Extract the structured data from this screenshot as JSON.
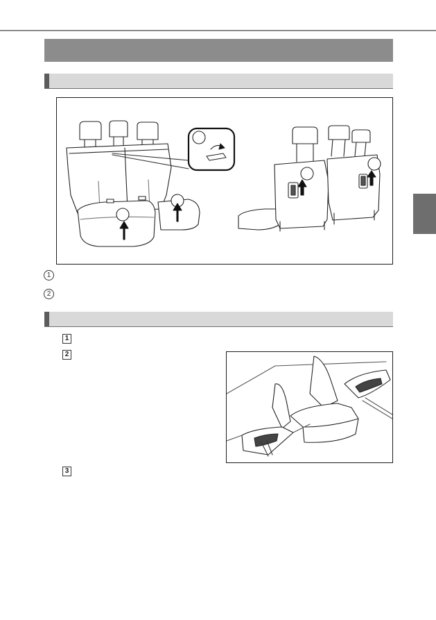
{
  "legend_markers": {
    "item_1": "1",
    "item_2": "2"
  },
  "steps": {
    "step_1": "1",
    "step_2": "2",
    "step_3": "3"
  },
  "colors": {
    "title_band": "#8c8c8c",
    "sub_band": "#d9d9d9",
    "sub_band_mark": "#5c5c5c",
    "side_tab": "#6e6e6e",
    "rule": "#8a8a8a"
  },
  "icons": {
    "seat_figure": "rear-seat-illustration",
    "lever_figure": "seat-lever-illustration",
    "detail_callout": "strap-callout-circle",
    "arrow": "up-arrow-icon"
  }
}
